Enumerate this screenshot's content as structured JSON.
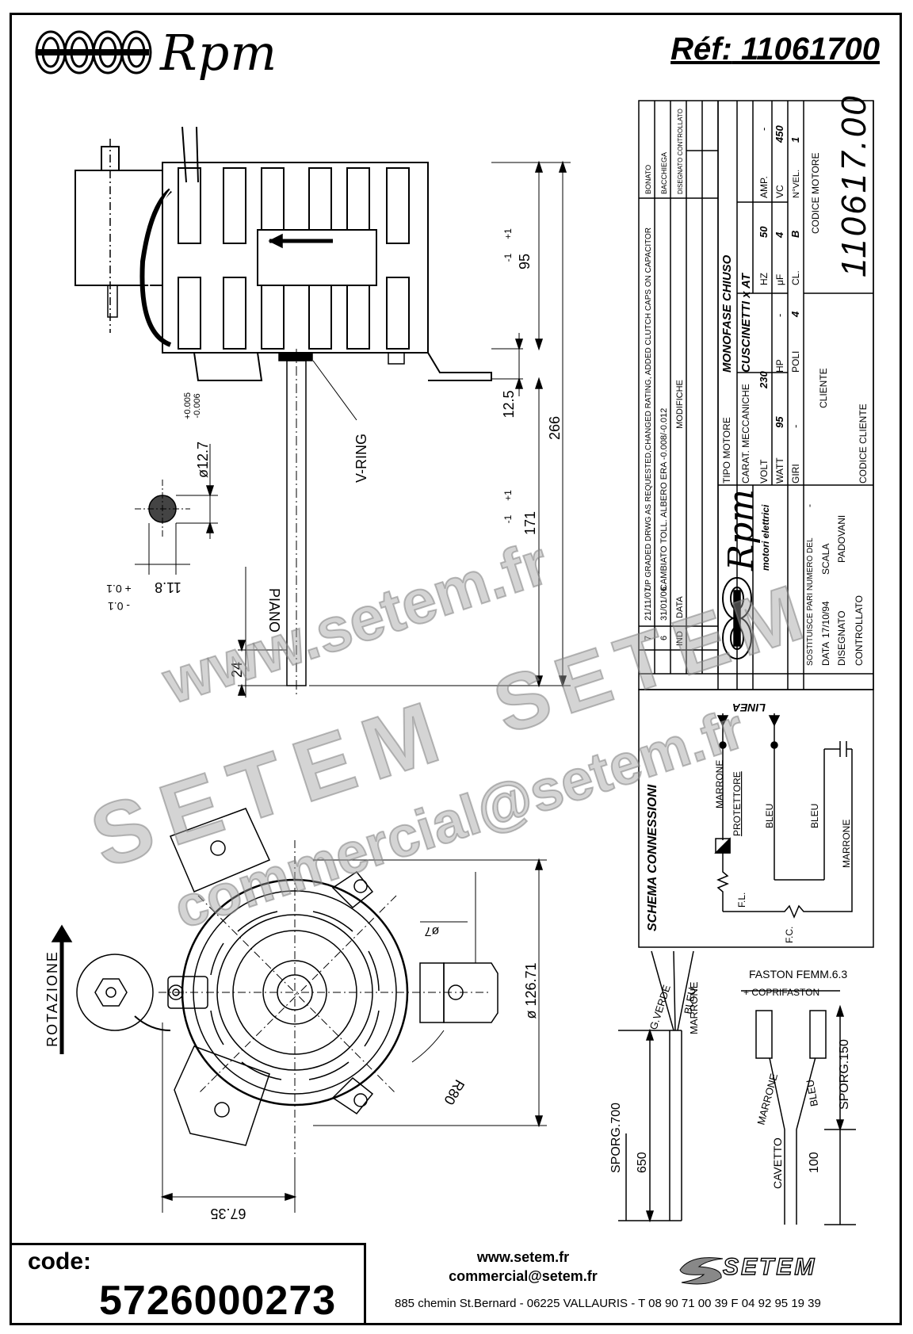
{
  "header": {
    "brand": "Rpm",
    "reference_label": "Réf:",
    "reference_value": "11061700"
  },
  "drawing": {
    "dims": {
      "height_95": "95",
      "height_95_tol_plus": "+1",
      "height_95_tol_minus": "-1",
      "dim_12_5": "12.5",
      "dim_266": "266",
      "dim_171": "171",
      "dim_171_tol_plus": "+1",
      "dim_171_tol_minus": "-1",
      "shaft_diameter": "ø12.7",
      "shaft_tol_plus": "+0.005",
      "shaft_tol_minus": "-0.006",
      "flat_11_8": "11.8",
      "flat_tol_plus": "+ 0.1",
      "flat_tol_minus": "- 0.1",
      "dim_24": "24",
      "diameter_126_71": "ø 126.71",
      "dim_67_35": "67.35",
      "radius_80": "R80",
      "hole_7": "ø7"
    },
    "labels": {
      "v_ring": "V-RING",
      "piano": "PIANO",
      "rotazione": "ROTAZIONE"
    }
  },
  "title_block": {
    "revisions": [
      {
        "ind": "7",
        "date": "21/11/07",
        "text": "UP GRADED DRWG AS REQUESTED,CHANGED RATING, ADDED CLUTCH CAPS ON CAPACITOR"
      },
      {
        "ind": "6",
        "date": "31/01/06",
        "text": "CAMBIATO TOLL. ALBERO ERA -0.008/-0.012"
      }
    ],
    "rev_header_ind": "IND",
    "rev_header_date": "DATA",
    "rev_header_text": "MODIFICHE",
    "signatures": [
      "BONATO",
      "BACCHIEGA",
      "DISEGNATO CONTROLLATO"
    ],
    "tipo_motore_label": "TIPO MOTORE",
    "tipo_motore_value": "MONOFASE CHIUSO",
    "carat_meccaniche_label": "CARAT. MECCANICHE",
    "carat_meccaniche_value": "CUSCINETTI x AT",
    "volt_label": "VOLT",
    "volt": "230",
    "hz_label": "HZ",
    "hz": "50",
    "amp_label": "AMP.",
    "amp": "-",
    "watt_label": "WATT",
    "watt": "95",
    "hp_label": "HP",
    "hp": "-",
    "uf_label": "μF",
    "uf": "4",
    "vc_label": "VC",
    "vc": "450",
    "giri_label": "GIRI",
    "giri": "-",
    "poli_label": "POLI",
    "poli": "4",
    "cl_label": "CL.",
    "cl": "B",
    "nvel_label": "N°VEL.",
    "nvel": "1",
    "cliente_label": "CLIENTE",
    "codice_cliente_label": "CODICE CLIENTE",
    "codice_motore_label": "CODICE MOTORE",
    "codice_motore": "110617.00",
    "sostituisce_label": "SOSTITUISCE PARI NUMERO DEL",
    "sostituisce": "-",
    "data_label": "DATA",
    "data": "17/10/94",
    "scala_label": "SCALA",
    "disegnato_label": "DISEGNATO",
    "disegnato": "PADOVANI",
    "controllato_label": "CONTROLLATO",
    "logo_word": "Rpm",
    "logo_sub": "motori elettrici"
  },
  "schema": {
    "title": "SCHEMA CONNESSIONI",
    "linea": "LINEA",
    "marrone": "MARRONE",
    "protettore": "PROTETTORE",
    "bleu": "BLEU",
    "fl": "F.L.",
    "fc": "F.C."
  },
  "cables": {
    "faston": "FASTON FEMM.6.3",
    "coprifaston": "+ COPRIFASTON",
    "sporg_700": "SPORG.700",
    "dim_650": "650",
    "g_verde": "G.VERDE",
    "bleu": "BLEU",
    "marrone": "MARRONE",
    "sporg_150": "SPORG.150",
    "dim_100": "100",
    "cavetto": "CAVETTO"
  },
  "watermark": {
    "line1": "www.setem.fr",
    "line2": "SETEM",
    "line3": "SETEM",
    "line4": "commercial@setem.fr"
  },
  "footer": {
    "code_label": "code:",
    "code_value": "5726000273",
    "website": "www.setem.fr",
    "email": "commercial@setem.fr",
    "address": "885 chemin St.Bernard  -  06225 VALLAURIS  -  T 08 90 71 00 39   F 04 92 95 19 39",
    "logo_text": "SETEM"
  }
}
